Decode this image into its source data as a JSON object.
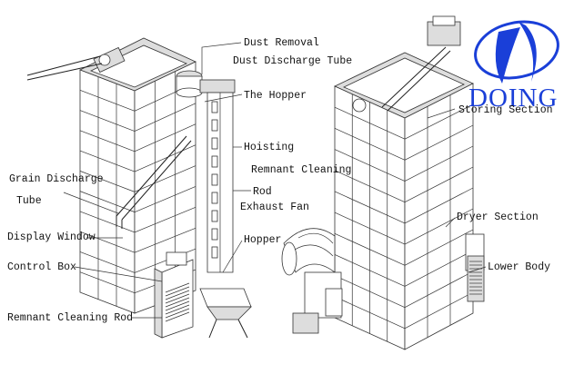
{
  "labels": {
    "dust_removal": "Dust Removal",
    "dust_discharge_tube": "Dust Discharge Tube",
    "the_hopper": "The Hopper",
    "hoisting": "Hoisting",
    "remnant_cleaning": "Remnant Cleaning",
    "rod": "Rod",
    "grain_discharge": "Grain Discharge",
    "tube": "Tube",
    "exhaust_fan": "Exhaust Fan",
    "display_window": "Display Window",
    "hopper": "Hopper",
    "control_box": "Control Box",
    "remnant_cleaning_rod": "Remnant Cleaning Rod",
    "storing_section": "Storing Section",
    "dryer_section": "Dryer Section",
    "lower_body": "Lower Body"
  },
  "logo": {
    "text": "DOING",
    "color": "#1a3fd8"
  }
}
